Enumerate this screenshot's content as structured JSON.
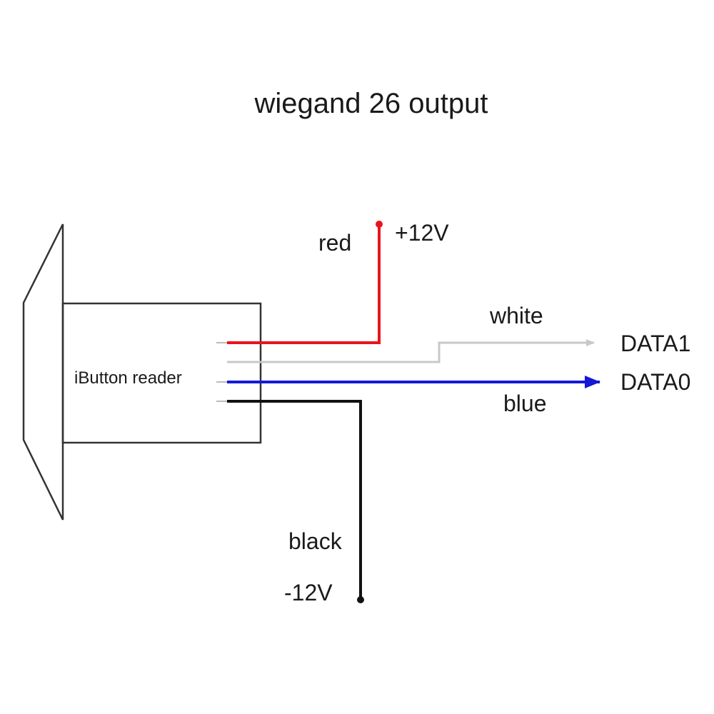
{
  "title": "wiegand 26 output",
  "device": {
    "label": "iButton reader"
  },
  "wires": {
    "red": {
      "label": "red",
      "terminal": "+12V",
      "color": "#e8141c"
    },
    "white": {
      "label": "white",
      "terminal": "DATA1",
      "color": "#c8c8c8"
    },
    "blue": {
      "label": "blue",
      "terminal": "DATA0",
      "color": "#1418d6"
    },
    "black": {
      "label": "black",
      "terminal": "-12V",
      "color": "#111111"
    }
  }
}
